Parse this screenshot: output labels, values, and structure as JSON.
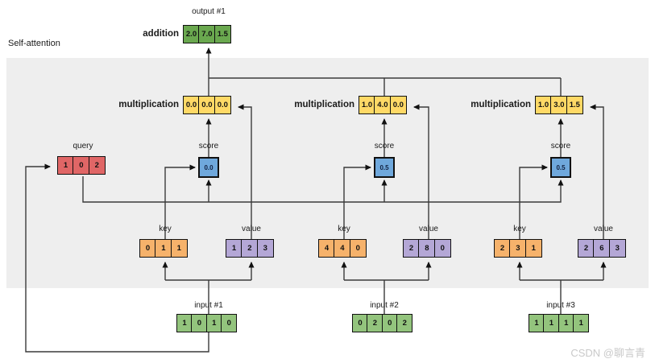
{
  "page": {
    "title_label": "Self-attention",
    "watermark": "CSDN @聊言青"
  },
  "output": {
    "label": "output #1",
    "op_label": "addition",
    "values": [
      "2.0",
      "7.0",
      "1.5"
    ]
  },
  "query": {
    "label": "query",
    "values": [
      "1",
      "0",
      "2"
    ]
  },
  "columns": [
    {
      "mult_label": "multiplication",
      "mult_values": [
        "0.0",
        "0.0",
        "0.0"
      ],
      "score_label": "score",
      "score_value": "0.0",
      "key_label": "key",
      "key_values": [
        "0",
        "1",
        "1"
      ],
      "value_label": "value",
      "value_values": [
        "1",
        "2",
        "3"
      ],
      "input_label": "input #1",
      "input_values": [
        "1",
        "0",
        "1",
        "0"
      ]
    },
    {
      "mult_label": "multiplication",
      "mult_values": [
        "1.0",
        "4.0",
        "0.0"
      ],
      "score_label": "score",
      "score_value": "0.5",
      "key_label": "key",
      "key_values": [
        "4",
        "4",
        "0"
      ],
      "value_label": "value",
      "value_values": [
        "2",
        "8",
        "0"
      ],
      "input_label": "input #2",
      "input_values": [
        "0",
        "2",
        "0",
        "2"
      ]
    },
    {
      "mult_label": "multiplication",
      "mult_values": [
        "1.0",
        "3.0",
        "1.5"
      ],
      "score_label": "score",
      "score_value": "0.5",
      "key_label": "key",
      "key_values": [
        "2",
        "3",
        "1"
      ],
      "value_label": "value",
      "value_values": [
        "2",
        "6",
        "3"
      ],
      "input_label": "input #3",
      "input_values": [
        "1",
        "1",
        "1",
        "1"
      ]
    }
  ],
  "colors": {
    "output_green": "#6aa84f",
    "input_green": "#93c47d",
    "multiplication_yellow": "#ffd966",
    "query_red": "#e06666",
    "score_blue": "#6fa8dc",
    "key_orange": "#f6b26b",
    "value_purple": "#b4a7d6",
    "band_gray": "#eeeeee",
    "wire_dark": "#333333"
  }
}
